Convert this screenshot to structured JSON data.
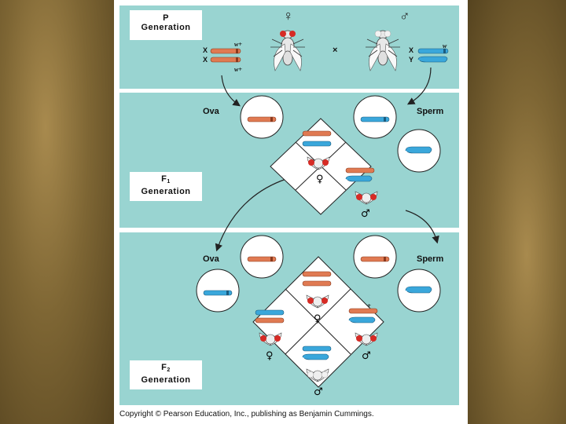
{
  "labels": {
    "p_generation": [
      "P",
      "Generation"
    ],
    "f1_generation": [
      "F",
      "1",
      "Generation"
    ],
    "f2_generation": [
      "F",
      "2",
      "Generation"
    ],
    "ova": "Ova",
    "sperm": "Sperm",
    "cross": "×",
    "female_symbol": "♀",
    "male_symbol": "♂",
    "x": "X",
    "y": "Y",
    "w_plus": "w+",
    "w": "w"
  },
  "copyright": "Copyright © Pearson Education, Inc., publishing as Benjamin Cummings.",
  "colors": {
    "background": "#99d4d1",
    "chromosome_wild": "#e07a52",
    "chromosome_mutant": "#3aa7db",
    "eye_red": "#d62b25",
    "eye_white": "#f2f2f2"
  }
}
